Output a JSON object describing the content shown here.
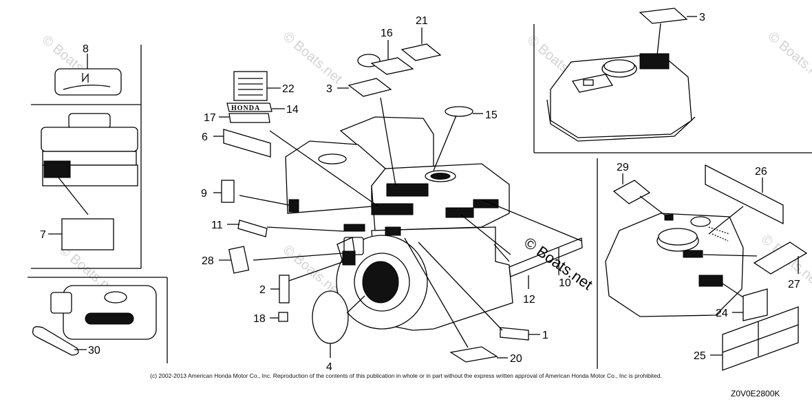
{
  "watermark": "© Boats.net",
  "center_watermark": "© Boats.net",
  "callouts": [
    "1",
    "2",
    "3",
    "3",
    "4",
    "6",
    "7",
    "8",
    "9",
    "10",
    "11",
    "12",
    "14",
    "15",
    "16",
    "17",
    "18",
    "20",
    "21",
    "22",
    "24",
    "25",
    "26",
    "27",
    "28",
    "29",
    "30"
  ],
  "brand_text": "HONDA",
  "copyright": "(c) 2002-2013 American Honda Motor Co., Inc. Reproduction of the contents of this publication in whole or in part without the express written approval of American Honda Motor Co., Inc is prohibited.",
  "diagram_code": "Z0V0E2800K"
}
